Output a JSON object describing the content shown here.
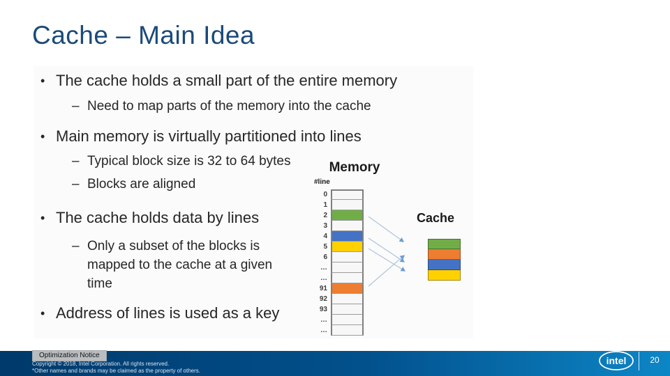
{
  "slide": {
    "title": "Cache – Main Idea"
  },
  "content": {
    "bullet_glyph": "•",
    "dash_glyph": "–",
    "bullets": [
      {
        "level": 1,
        "text": "The cache holds a small part of the entire memory"
      },
      {
        "level": 2,
        "text": "Need to map parts of the memory into the cache"
      },
      {
        "level": 1,
        "text": "Main memory is virtually partitioned into lines"
      },
      {
        "level": 2,
        "text": "Typical block size is 32 to 64 bytes"
      },
      {
        "level": 2,
        "text": "Blocks are aligned"
      },
      {
        "level": 1,
        "text": "The cache holds data by lines"
      },
      {
        "level": 2,
        "text": "Only a subset of the blocks is mapped to the cache at a given time"
      },
      {
        "level": 1,
        "text": "Address of lines is used as a key"
      }
    ]
  },
  "diagram": {
    "memory_label": "Memory",
    "line_label": "#line",
    "cache_label": "Cache",
    "memory_rows": [
      {
        "label": "0",
        "color": ""
      },
      {
        "label": "1",
        "color": ""
      },
      {
        "label": "2",
        "color": "green"
      },
      {
        "label": "3",
        "color": ""
      },
      {
        "label": "4",
        "color": "blue"
      },
      {
        "label": "5",
        "color": "yellow"
      },
      {
        "label": "6",
        "color": ""
      },
      {
        "label": "…",
        "color": ""
      },
      {
        "label": "…",
        "color": ""
      },
      {
        "label": "91",
        "color": "orange"
      },
      {
        "label": "92",
        "color": ""
      },
      {
        "label": "93",
        "color": ""
      },
      {
        "label": "…",
        "color": ""
      },
      {
        "label": "…",
        "color": ""
      }
    ],
    "cache_rows": [
      "green",
      "orange",
      "blue",
      "yellow"
    ],
    "colors": {
      "green": "#70ad47",
      "blue": "#4472c4",
      "yellow": "#ffd100",
      "orange": "#ed7d31",
      "arrow_line": "#aec4dc",
      "arrow_head": "#6f9bd1"
    }
  },
  "footer": {
    "notice_label": "Optimization Notice",
    "copyright_line1": "Copyright © 2018, Intel Corporation. All rights reserved.",
    "copyright_line2": "*Other names and brands may be claimed as the property of others.",
    "brand": "intel",
    "page_number": "20",
    "bar_colors": {
      "left": "#00396b",
      "right": "#0d86c6"
    }
  }
}
